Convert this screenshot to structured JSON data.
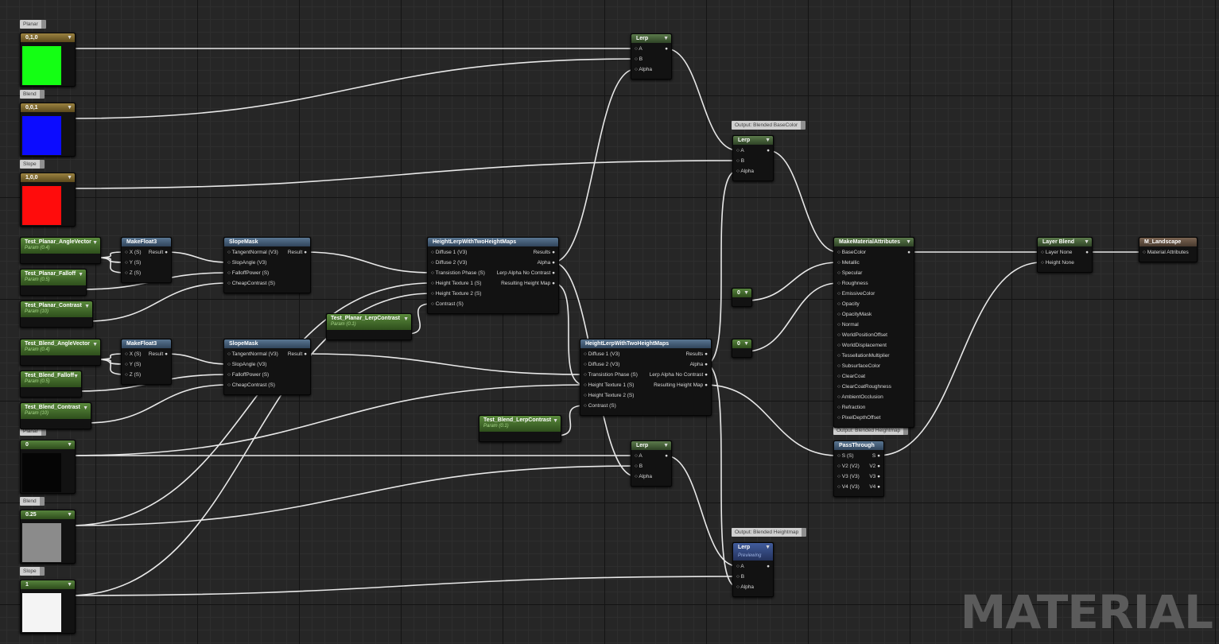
{
  "watermark": "MATERIAL",
  "comments": [
    {
      "id": "c_planar_top",
      "text": "Planar"
    },
    {
      "id": "c_blend_top",
      "text": "Blend"
    },
    {
      "id": "c_slope_top",
      "text": "Slope"
    },
    {
      "id": "c_planar_bottom",
      "text": "Planar"
    },
    {
      "id": "c_blend_bottom",
      "text": "Blend"
    },
    {
      "id": "c_slope_bottom",
      "text": "Slope"
    },
    {
      "id": "c_out_base",
      "text": "Output: Blended BaseColor"
    },
    {
      "id": "c_out_height",
      "text": "Output: Blended Heightmap"
    },
    {
      "id": "c_out_height2",
      "text": "Output: Blended Heightmap"
    }
  ],
  "constants": [
    {
      "id": "k_green",
      "label": "0,1,0",
      "color": "#14ff14"
    },
    {
      "id": "k_blue",
      "label": "0,0,1",
      "color": "#0c0cff"
    },
    {
      "id": "k_red",
      "label": "1,0,0",
      "color": "#ff0c0c"
    },
    {
      "id": "k_black",
      "label": "0",
      "color": "#050505"
    },
    {
      "id": "k_gray",
      "label": "0.25",
      "color": "#8b8b8b"
    },
    {
      "id": "k_white",
      "label": "1",
      "color": "#f4f4f4"
    }
  ],
  "params": [
    {
      "id": "p_pa",
      "title": "Test_Planar_AngleVector",
      "sub": "Param (0.4)"
    },
    {
      "id": "p_pf",
      "title": "Test_Planar_Falloff",
      "sub": "Param (0.5)"
    },
    {
      "id": "p_pc",
      "title": "Test_Planar_Contrast",
      "sub": "Param (10)"
    },
    {
      "id": "p_plc",
      "title": "Test_Planar_LerpContrast",
      "sub": "Param (0.1)"
    },
    {
      "id": "p_ba",
      "title": "Test_Blend_AngleVector",
      "sub": "Param (0.4)"
    },
    {
      "id": "p_bf",
      "title": "Test_Blend_Falloff",
      "sub": "Param (0.5)"
    },
    {
      "id": "p_bc",
      "title": "Test_Blend_Contrast",
      "sub": "Param (10)"
    },
    {
      "id": "p_blc",
      "title": "Test_Blend_LerpContrast",
      "sub": "Param (0.1)"
    }
  ],
  "scalars": [
    {
      "id": "s_0a",
      "label": "0"
    },
    {
      "id": "s_0b",
      "label": "0"
    }
  ],
  "nodes": [
    {
      "id": "mf1",
      "title": "MakeFloat3",
      "inputs": [
        "X (S)",
        "Y (S)",
        "Z (S)"
      ],
      "outputs": [
        "Result"
      ]
    },
    {
      "id": "mf2",
      "title": "MakeFloat3",
      "inputs": [
        "X (S)",
        "Y (S)",
        "Z (S)"
      ],
      "outputs": [
        "Result"
      ]
    },
    {
      "id": "sm1",
      "title": "SlopeMask",
      "inputs": [
        "TangentNormal (V3)",
        "SlopAngle (V3)",
        "FalloffPower (S)",
        "CheapContrast (S)"
      ],
      "outputs": [
        "Result"
      ]
    },
    {
      "id": "sm2",
      "title": "SlopeMask",
      "inputs": [
        "TangentNormal (V3)",
        "SlopAngle (V3)",
        "FalloffPower (S)",
        "CheapContrast (S)"
      ],
      "outputs": [
        "Result"
      ]
    },
    {
      "id": "hl1",
      "title": "HeightLerpWithTwoHeightMaps",
      "inputs": [
        "Diffuse 1 (V3)",
        "Diffuse 2 (V3)",
        "Transistion Phase (S)",
        "Height Texture 1 (S)",
        "Height Texture 2 (S)",
        "Contrast (S)"
      ],
      "outputs": [
        "Results",
        "Alpha",
        "Lerp Alpha No Contrast",
        "Resulting Height Map"
      ]
    },
    {
      "id": "hl2",
      "title": "HeightLerpWithTwoHeightMaps",
      "inputs": [
        "Diffuse 1 (V3)",
        "Diffuse 2 (V3)",
        "Transistion Phase (S)",
        "Height Texture 1 (S)",
        "Height Texture 2 (S)",
        "Contrast (S)"
      ],
      "outputs": [
        "Results",
        "Alpha",
        "Lerp Alpha No Contrast",
        "Resulting Height Map"
      ]
    },
    {
      "id": "lerp1",
      "title": "Lerp",
      "inputs": [
        "A",
        "B",
        "Alpha"
      ],
      "outputs": [
        ""
      ]
    },
    {
      "id": "lerp2",
      "title": "Lerp",
      "inputs": [
        "A",
        "B",
        "Alpha"
      ],
      "outputs": [
        ""
      ]
    },
    {
      "id": "lerp3",
      "title": "Lerp",
      "inputs": [
        "A",
        "B",
        "Alpha"
      ],
      "outputs": [
        ""
      ]
    },
    {
      "id": "lerp4",
      "title": "Lerp",
      "sub": "Previewing",
      "inputs": [
        "A",
        "B",
        "Alpha"
      ],
      "outputs": [
        ""
      ]
    },
    {
      "id": "mma",
      "title": "MakeMaterialAttributes",
      "inputs": [
        "BaseColor",
        "Metallic",
        "Specular",
        "Roughness",
        "EmissiveColor",
        "Opacity",
        "OpacityMask",
        "Normal",
        "WorldPositionOffset",
        "WorldDisplacement",
        "TessellationMultiplier",
        "SubsurfaceColor",
        "ClearCoat",
        "ClearCoatRoughness",
        "AmbientOcclusion",
        "Refraction",
        "PixelDepthOffset"
      ],
      "outputs": [
        ""
      ]
    },
    {
      "id": "pt",
      "title": "PassThrough",
      "inputs": [
        "S (S)",
        "V2 (V2)",
        "V3 (V3)",
        "V4 (V3)"
      ],
      "outputs": [
        "S",
        "V2",
        "V3",
        "V4"
      ]
    },
    {
      "id": "lb",
      "title": "Layer Blend",
      "inputs": [
        "Layer None",
        "Height None"
      ],
      "outputs": [
        ""
      ]
    },
    {
      "id": "ml",
      "title": "M_Landscape",
      "inputs": [
        "Material Attributes"
      ],
      "outputs": []
    }
  ],
  "colors": {
    "function_header": "#4a6480",
    "param_header": "#4f7a36",
    "constant_header": "#8c7434",
    "output_header": "#6c5646",
    "preview_header": "#3a528c",
    "grid": "#262626",
    "wire": "#e8e8e8"
  }
}
